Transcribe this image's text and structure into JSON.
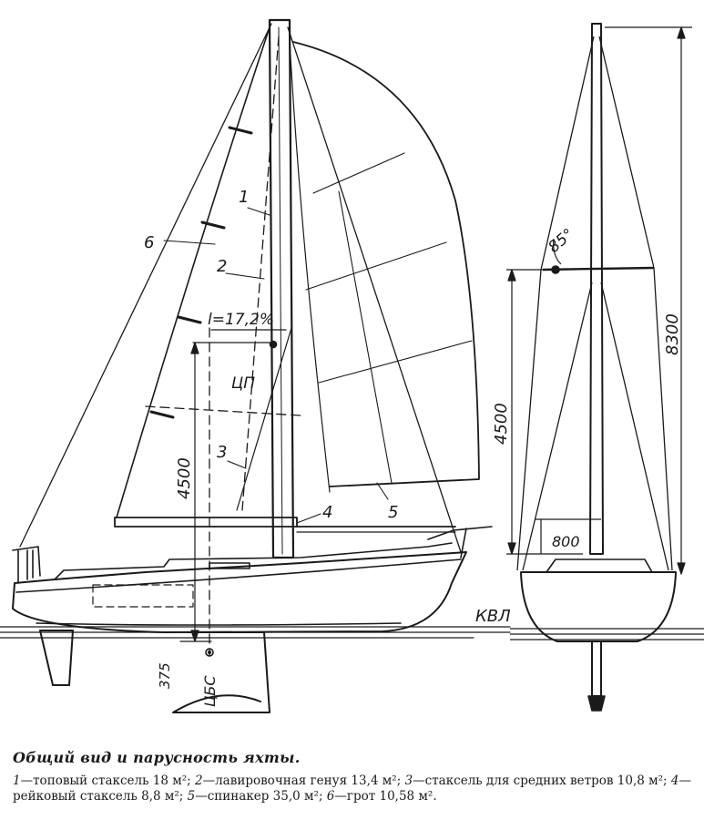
{
  "labels": {
    "n1": "1",
    "n2": "2",
    "n3": "3",
    "n4": "4",
    "n5": "5",
    "n6": "6",
    "ratio": "l=17,2%",
    "cp": "ЦП",
    "clr": "ЦБС",
    "dim_side_4500": "4500",
    "dim_375": "375",
    "waterline": "КВЛ",
    "angle": "85°",
    "dim_front_4500": "4500",
    "dim_8300": "8300",
    "dim_800": "800"
  },
  "caption": {
    "title": "Общий вид и парусность яхты.",
    "legend": [
      {
        "num": "1",
        "text": "—топовый стаксель 18 м²; "
      },
      {
        "num": "2",
        "text": "—лавировочная генуя 13,4 м²; "
      },
      {
        "num": "3",
        "text": "—стаксель для средних ветров 10,8 м²; "
      },
      {
        "num": "4",
        "text": "—рейковый стаксель 8,8 м²; "
      },
      {
        "num": "5",
        "text": "—спинакер 35,0 м²; "
      },
      {
        "num": "6",
        "text": "—грот 10,58 м²."
      }
    ]
  }
}
